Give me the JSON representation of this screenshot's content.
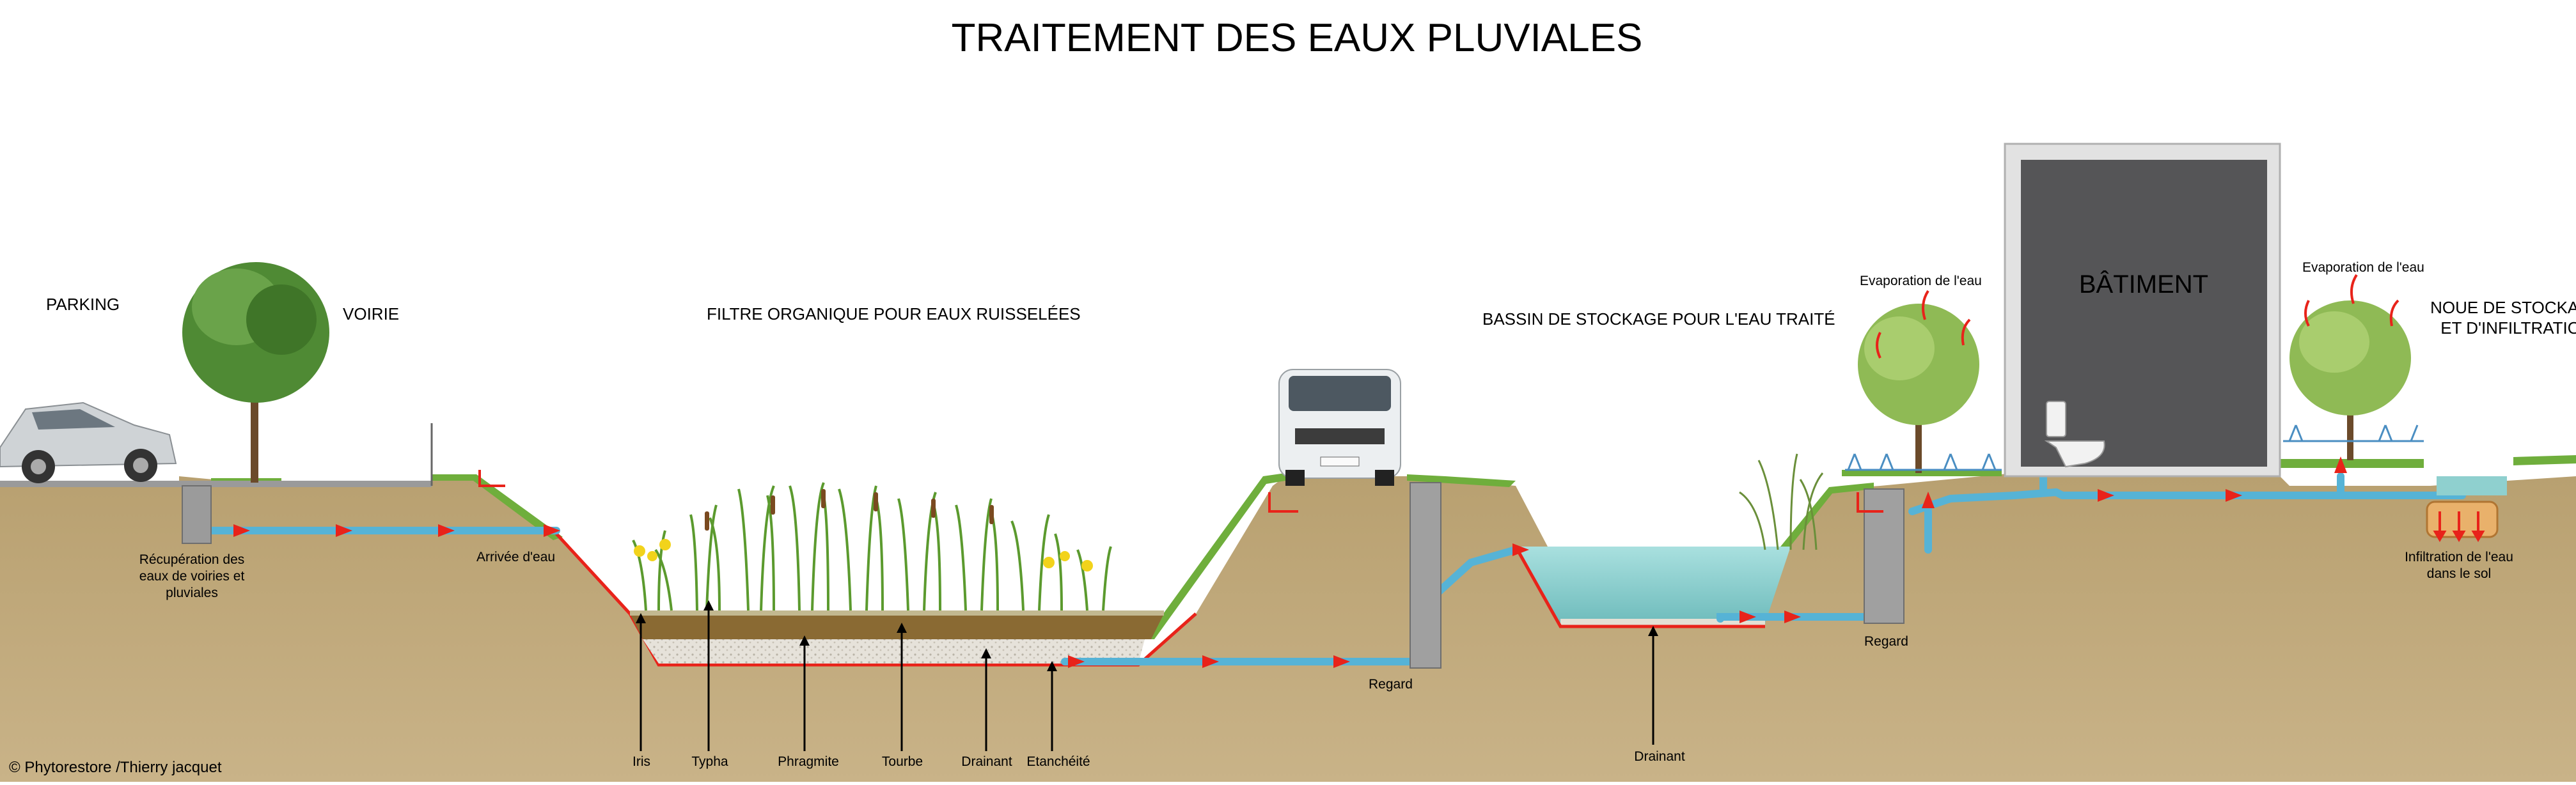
{
  "title": "TRAITEMENT DES EAUX PLUVIALES",
  "sections": {
    "parking": "PARKING",
    "voirie": "VOIRIE",
    "filtre": "FILTRE ORGANIQUE POUR EAUX RUISSELÉES",
    "bassin": "BASSIN DE STOCKAGE POUR L'EAU TRAITÉ",
    "noue_line1": "NOUE DE STOCKAGE",
    "noue_line2": "ET D'INFILTRATION"
  },
  "labels": {
    "recuperation_l1": "Récupération des",
    "recuperation_l2": "eaux de voiries et",
    "recuperation_l3": "pluviales",
    "arrivee": "Arrivée d'eau",
    "regard1": "Regard",
    "regard2": "Regard",
    "evaporation1": "Evaporation de l'eau",
    "evaporation2": "Evaporation de l'eau",
    "batiment": "BÂTIMENT",
    "infiltration_l1": "Infiltration de l'eau",
    "infiltration_l2": "dans le sol",
    "drainant_bassin": "Drainant"
  },
  "legend": {
    "iris": "Iris",
    "typha": "Typha",
    "phragmite": "Phragmite",
    "tourbe": "Tourbe",
    "drainant": "Drainant",
    "etancheite": "Etanchéité"
  },
  "copyright": "© Phytorestore /Thierry jacquet",
  "colors": {
    "soil": "#b39a6c",
    "grass": "#6fae3c",
    "pipe": "#56b3d6",
    "arrow": "#e8231a",
    "liner": "#e8231a",
    "water": "#8fd0cf",
    "building": "#555557",
    "concrete": "#a0a0a0",
    "peat": "#8a6a33"
  }
}
